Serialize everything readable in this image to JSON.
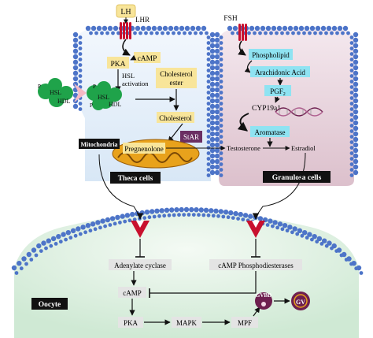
{
  "receptors": {
    "lh": "LH",
    "lhr": "LHR",
    "fsh": "FSH"
  },
  "theca": {
    "camp": "cAMP",
    "pka": "PKA",
    "hsl_activation_1": "HSL",
    "hsl_activation_2": "activation",
    "cholesterol_ester_1": "Cholesterol",
    "cholesterol_ester_2": "ester",
    "cholesterol": "Cholesterol",
    "star": "StAR",
    "mitochondria": "Mitochondria",
    "pregnenolone": "Pregnenolone",
    "hsl_left": "HSL",
    "hdl_left": "HDL",
    "hsl_right": "HSL",
    "hdl_right": "HDL",
    "p_marks": [
      "P",
      "P",
      "P"
    ],
    "title": "Theca cells"
  },
  "granulosa": {
    "phospholipid": "Phospholipid",
    "arachidonic_acid": "Arachidonic Acid",
    "pgf2_main": "PGF",
    "pgf2_sub": "2",
    "cyp_main": "CYP19a1",
    "aromatase": "Aromatase",
    "testosterone": "Testosterone",
    "estradiol": "Estradiol",
    "title": "Granulosa cells"
  },
  "oocyte": {
    "adenylate_cyclase": "Adenylate cyclase",
    "camp_pde": "cAMP Phosphodiesterases",
    "camp": "cAMP",
    "pka": "PKA",
    "mapk": "MAPK",
    "mpf": "MPF",
    "gvbd": "GVBD",
    "gv": "GV",
    "title": "Oocyte"
  },
  "colors": {
    "yellow_box": "#f8e59a",
    "cyan_box": "#8fe3f2",
    "gray_box": "#e4e4e4",
    "purple_box": "#6b2f63",
    "theca_fill": "#e6f0fa",
    "granulosa_fill": "#ecd9e0",
    "oocyte_fill": "#e4f3e6",
    "membrane_blue": "#4d74c8",
    "receptor_red": "#c8102e",
    "hdl_green": "#1fa34a",
    "mito_orange": "#e8a21c",
    "gv_purple": "#6e1f4f"
  }
}
